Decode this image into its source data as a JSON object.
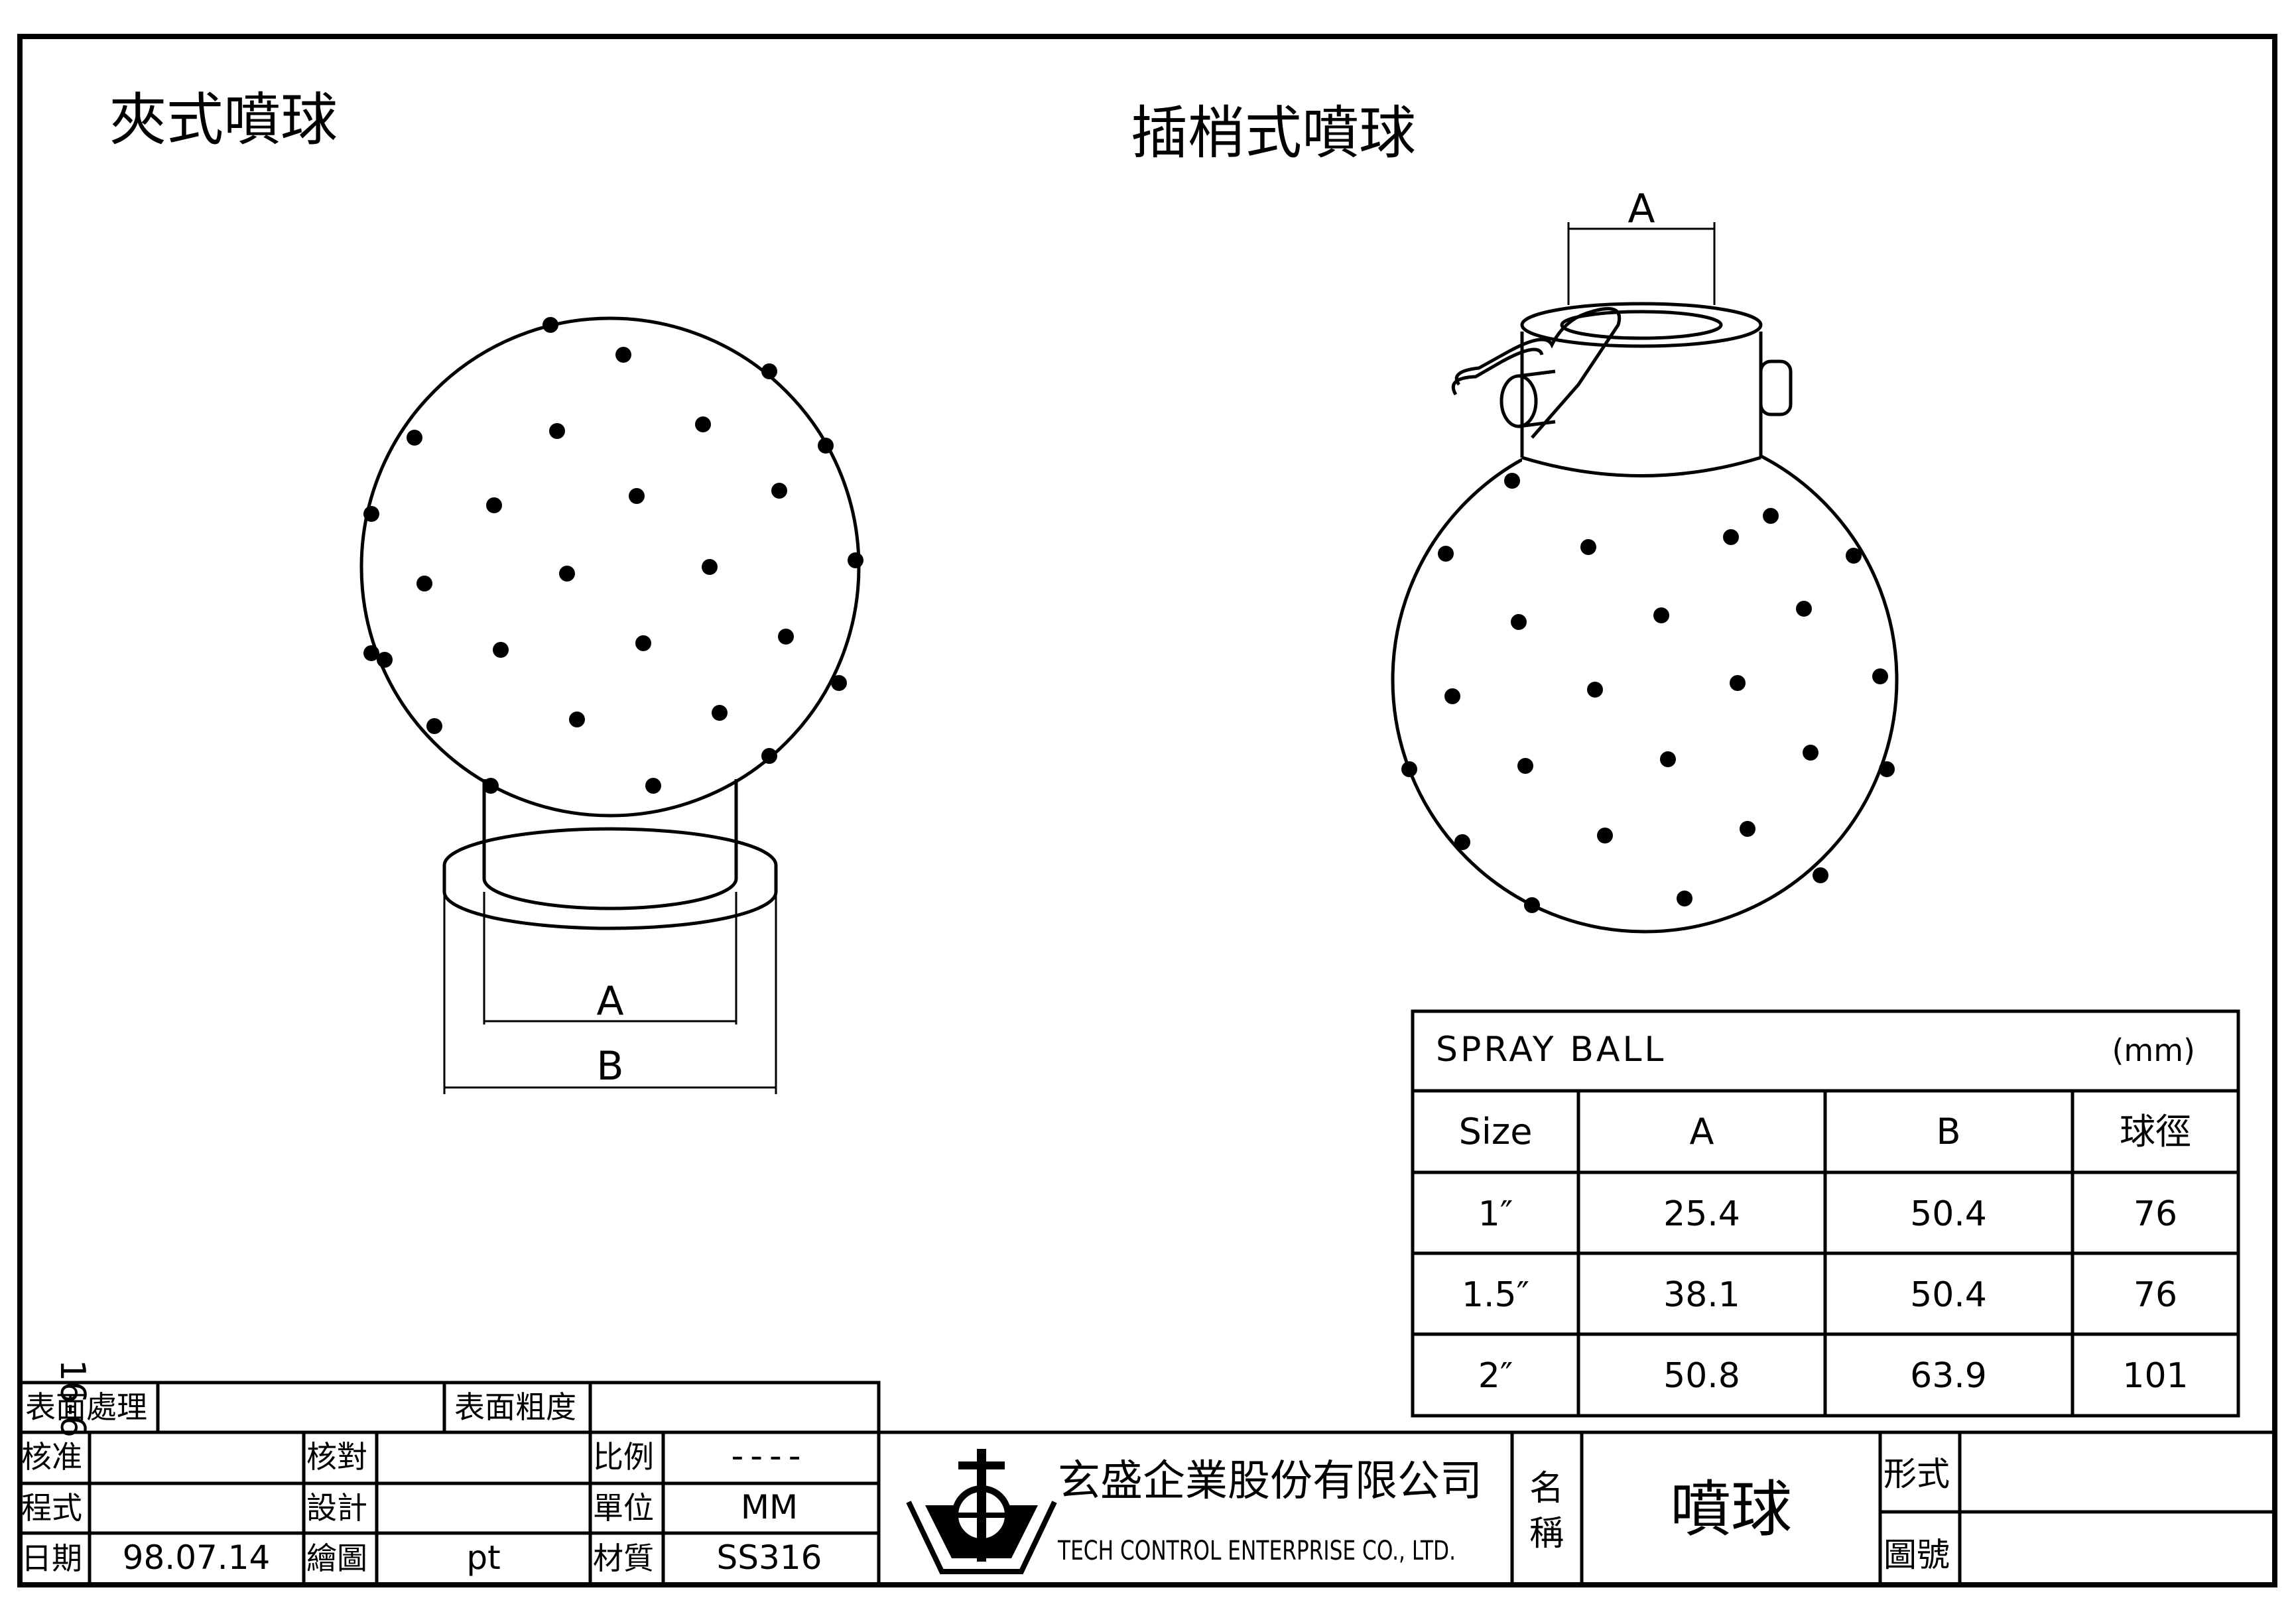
{
  "titles": {
    "clamp": "夾式噴球",
    "pin": "插梢式噴球"
  },
  "dims": {
    "a": "A",
    "b": "B"
  },
  "side_note": "16-6",
  "spray_table": {
    "title": "SPRAY  BALL",
    "unit": "(mm)",
    "headers": [
      "Size",
      "A",
      "B",
      "球徑"
    ],
    "rows": [
      [
        "1″",
        "25.4",
        "50.4",
        "76"
      ],
      [
        "1.5″",
        "38.1",
        "50.4",
        "76"
      ],
      [
        "2″",
        "50.8",
        "63.9",
        "101"
      ]
    ]
  },
  "title_block": {
    "surface_treatment": "表面處理",
    "surface_roughness": "表面粗度",
    "approve": "核准",
    "check": "核對",
    "scale_label": "比例",
    "scale_value": "----",
    "program": "程式",
    "design": "設計",
    "unit_label": "單位",
    "unit_value": "MM",
    "date_label": "日期",
    "date_value": "98.07.14",
    "drawn": "繪圖",
    "drawn_value": "pt",
    "material_label": "材質",
    "material_value": "SS316",
    "company_zh": "玄盛企業股份有限公司",
    "company_en": "TECH CONTROL ENTERPRISE CO., LTD.",
    "name_label_1": "名",
    "name_label_2": "稱",
    "part_name": "噴球",
    "type_label": "形式",
    "drawing_no_label": "圖號"
  }
}
